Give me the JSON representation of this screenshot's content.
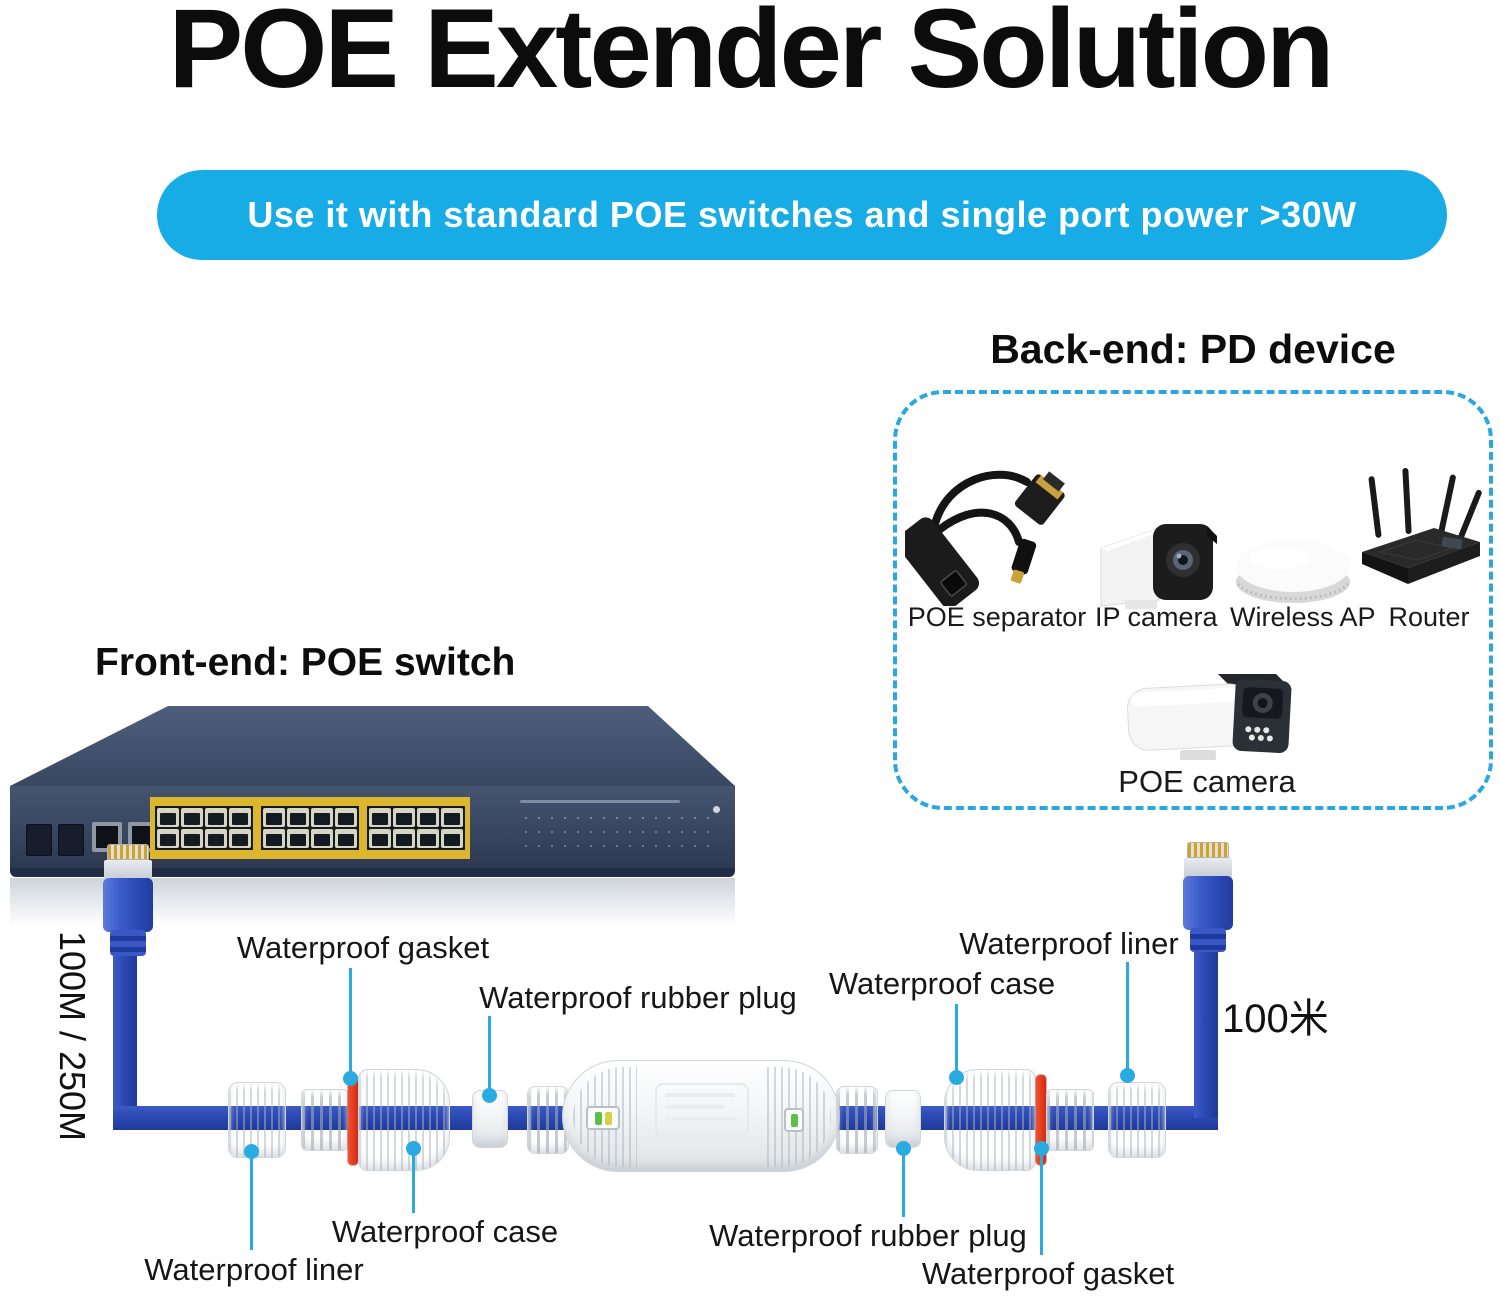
{
  "title": "POE Extender Solution",
  "banner": {
    "text": "Use it with standard POE switches and single port power >30W"
  },
  "backend": {
    "heading": "Back-end: PD device",
    "devices": [
      "POE separator",
      "IP camera",
      "Wireless AP",
      "Router"
    ],
    "camera_label": "POE camera"
  },
  "frontend": {
    "heading": "Front-end: POE switch"
  },
  "cable": {
    "left_length": "100M / 250M",
    "right_length": "100米"
  },
  "callouts": {
    "top_left_gasket": "Waterproof gasket",
    "top_left_plug": "Waterproof rubber plug",
    "top_right_case": "Waterproof case",
    "top_right_liner": "Waterproof liner",
    "bottom_left_liner": "Waterproof liner",
    "bottom_left_case": "Waterproof case",
    "bottom_right_plug": "Waterproof rubber plug",
    "bottom_right_gasket": "Waterproof gasket"
  },
  "colors": {
    "banner_bg": "#18ace6",
    "dashed_border": "#29a8e0",
    "cable_blue": "#2b49b3",
    "leader_cyan": "#29abe2",
    "gasket_red": "#e8391b",
    "switch_body": "#3a4863",
    "port_strip_yellow": "#dcb62c"
  }
}
